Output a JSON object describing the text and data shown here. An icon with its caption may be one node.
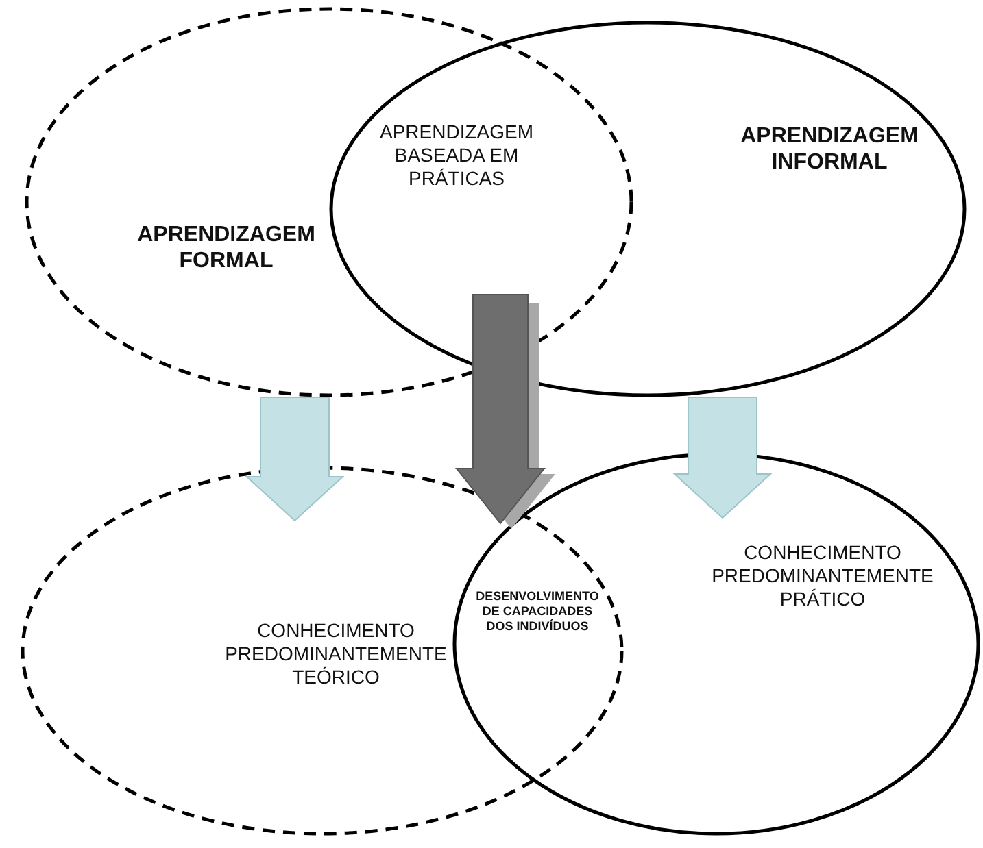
{
  "diagram": {
    "nodes": [
      {
        "text": [
          "APRENDIZAGEM FORMAL"
        ]
      },
      {
        "text": [
          "APRENDIZAGEM INFORMAL"
        ]
      },
      {
        "text": [
          "APRENDIZAGEM BASEADA EM PRÁTICAS"
        ]
      },
      {
        "text": [
          "CONHECIMENTO PREDOMINANTEMENTE TEÓRICO"
        ]
      },
      {
        "text": [
          "CONHECIMENTO PREDOMINANTEMENTE PRÁTICO"
        ]
      },
      {
        "text": [
          "DESENVOLVIMENTO DE CAPACIDADES DOS INDIVÍDUOS"
        ]
      }
    ],
    "edges": [
      {
        "from": 0,
        "to": 3,
        "arrow": "to"
      },
      {
        "from": 2,
        "to": 5,
        "arrow": "to",
        "style": "thick",
        "color": "#6e6e6e"
      },
      {
        "from": 1,
        "to": 4,
        "arrow": "to"
      }
    ]
  }
}
